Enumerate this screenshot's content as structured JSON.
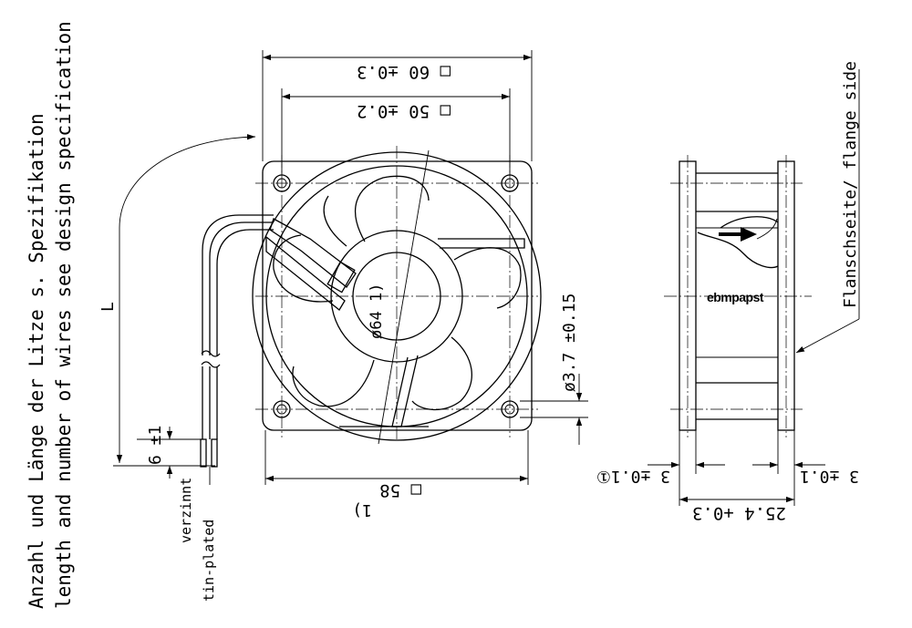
{
  "notes": {
    "de": "Anzahl und Länge der Litze s. Spezifikation",
    "en": "length and number of wires see design specification"
  },
  "labels": {
    "wire_length": "L",
    "strip_length": "6 ±1",
    "tinned_de": "verzinnt",
    "tinned_en": "tin-plated",
    "flange_side": "Flanschseite/ flange side",
    "brand": "ebmpapst"
  },
  "dimensions": {
    "outer_square": "□ 60 ±0.3",
    "hole_pitch": "□ 50 ±0.2",
    "housing": "□ 58",
    "housing_note": "1)",
    "venturi_dia": "ø64 1)",
    "hole_dia": "ø3.7 ±0.15",
    "depth": "25.4 +0.3",
    "flange_left": "3 ±0.1①",
    "flange_right": "3 ±0.1"
  },
  "icons": {
    "airflow_arrow": "arrow-right-icon"
  }
}
